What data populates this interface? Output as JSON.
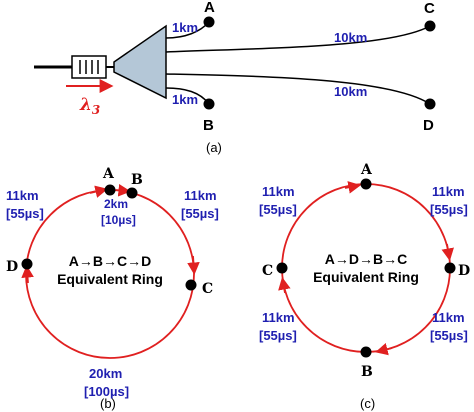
{
  "panel_a": {
    "splitter_output_labels": {
      "top": "1km",
      "bottom": "1km"
    },
    "long_fiber_labels": {
      "top": "10km",
      "bottom": "10km"
    },
    "nodes": {
      "a": "A",
      "b": "B",
      "c": "C",
      "d": "D"
    },
    "wavelength": {
      "symbol": "λ",
      "subscript": "3"
    },
    "caption": "(a)"
  },
  "panel_b": {
    "nodes": {
      "a": "A",
      "b": "B",
      "c": "C",
      "d": "D"
    },
    "segments": {
      "left_km": "11km",
      "left_us": "[55µs]",
      "top_km": "2km",
      "top_us": "[10µs]",
      "right_km": "11km",
      "right_us": "[55µs]",
      "bottom_km": "20km",
      "bottom_us": "[100µs]"
    },
    "center_line1": "A→B→C→D",
    "center_line2": "Equivalent Ring",
    "caption": "(b)"
  },
  "panel_c": {
    "nodes": {
      "a": "A",
      "b": "B",
      "c": "C",
      "d": "D"
    },
    "segments": {
      "top_left_km": "11km",
      "top_left_us": "[55µs]",
      "top_right_km": "11km",
      "top_right_us": "[55µs]",
      "bottom_left_km": "11km",
      "bottom_left_us": "[55µs]",
      "bottom_right_km": "11km",
      "bottom_right_us": "[55µs]"
    },
    "center_line1": "A→D→B→C",
    "center_line2": "Equivalent Ring",
    "caption": "(c)"
  },
  "colors": {
    "ring": "#e02020",
    "label_blue": "#1f1fb0",
    "splitter_fill": "#b4c7d7"
  }
}
